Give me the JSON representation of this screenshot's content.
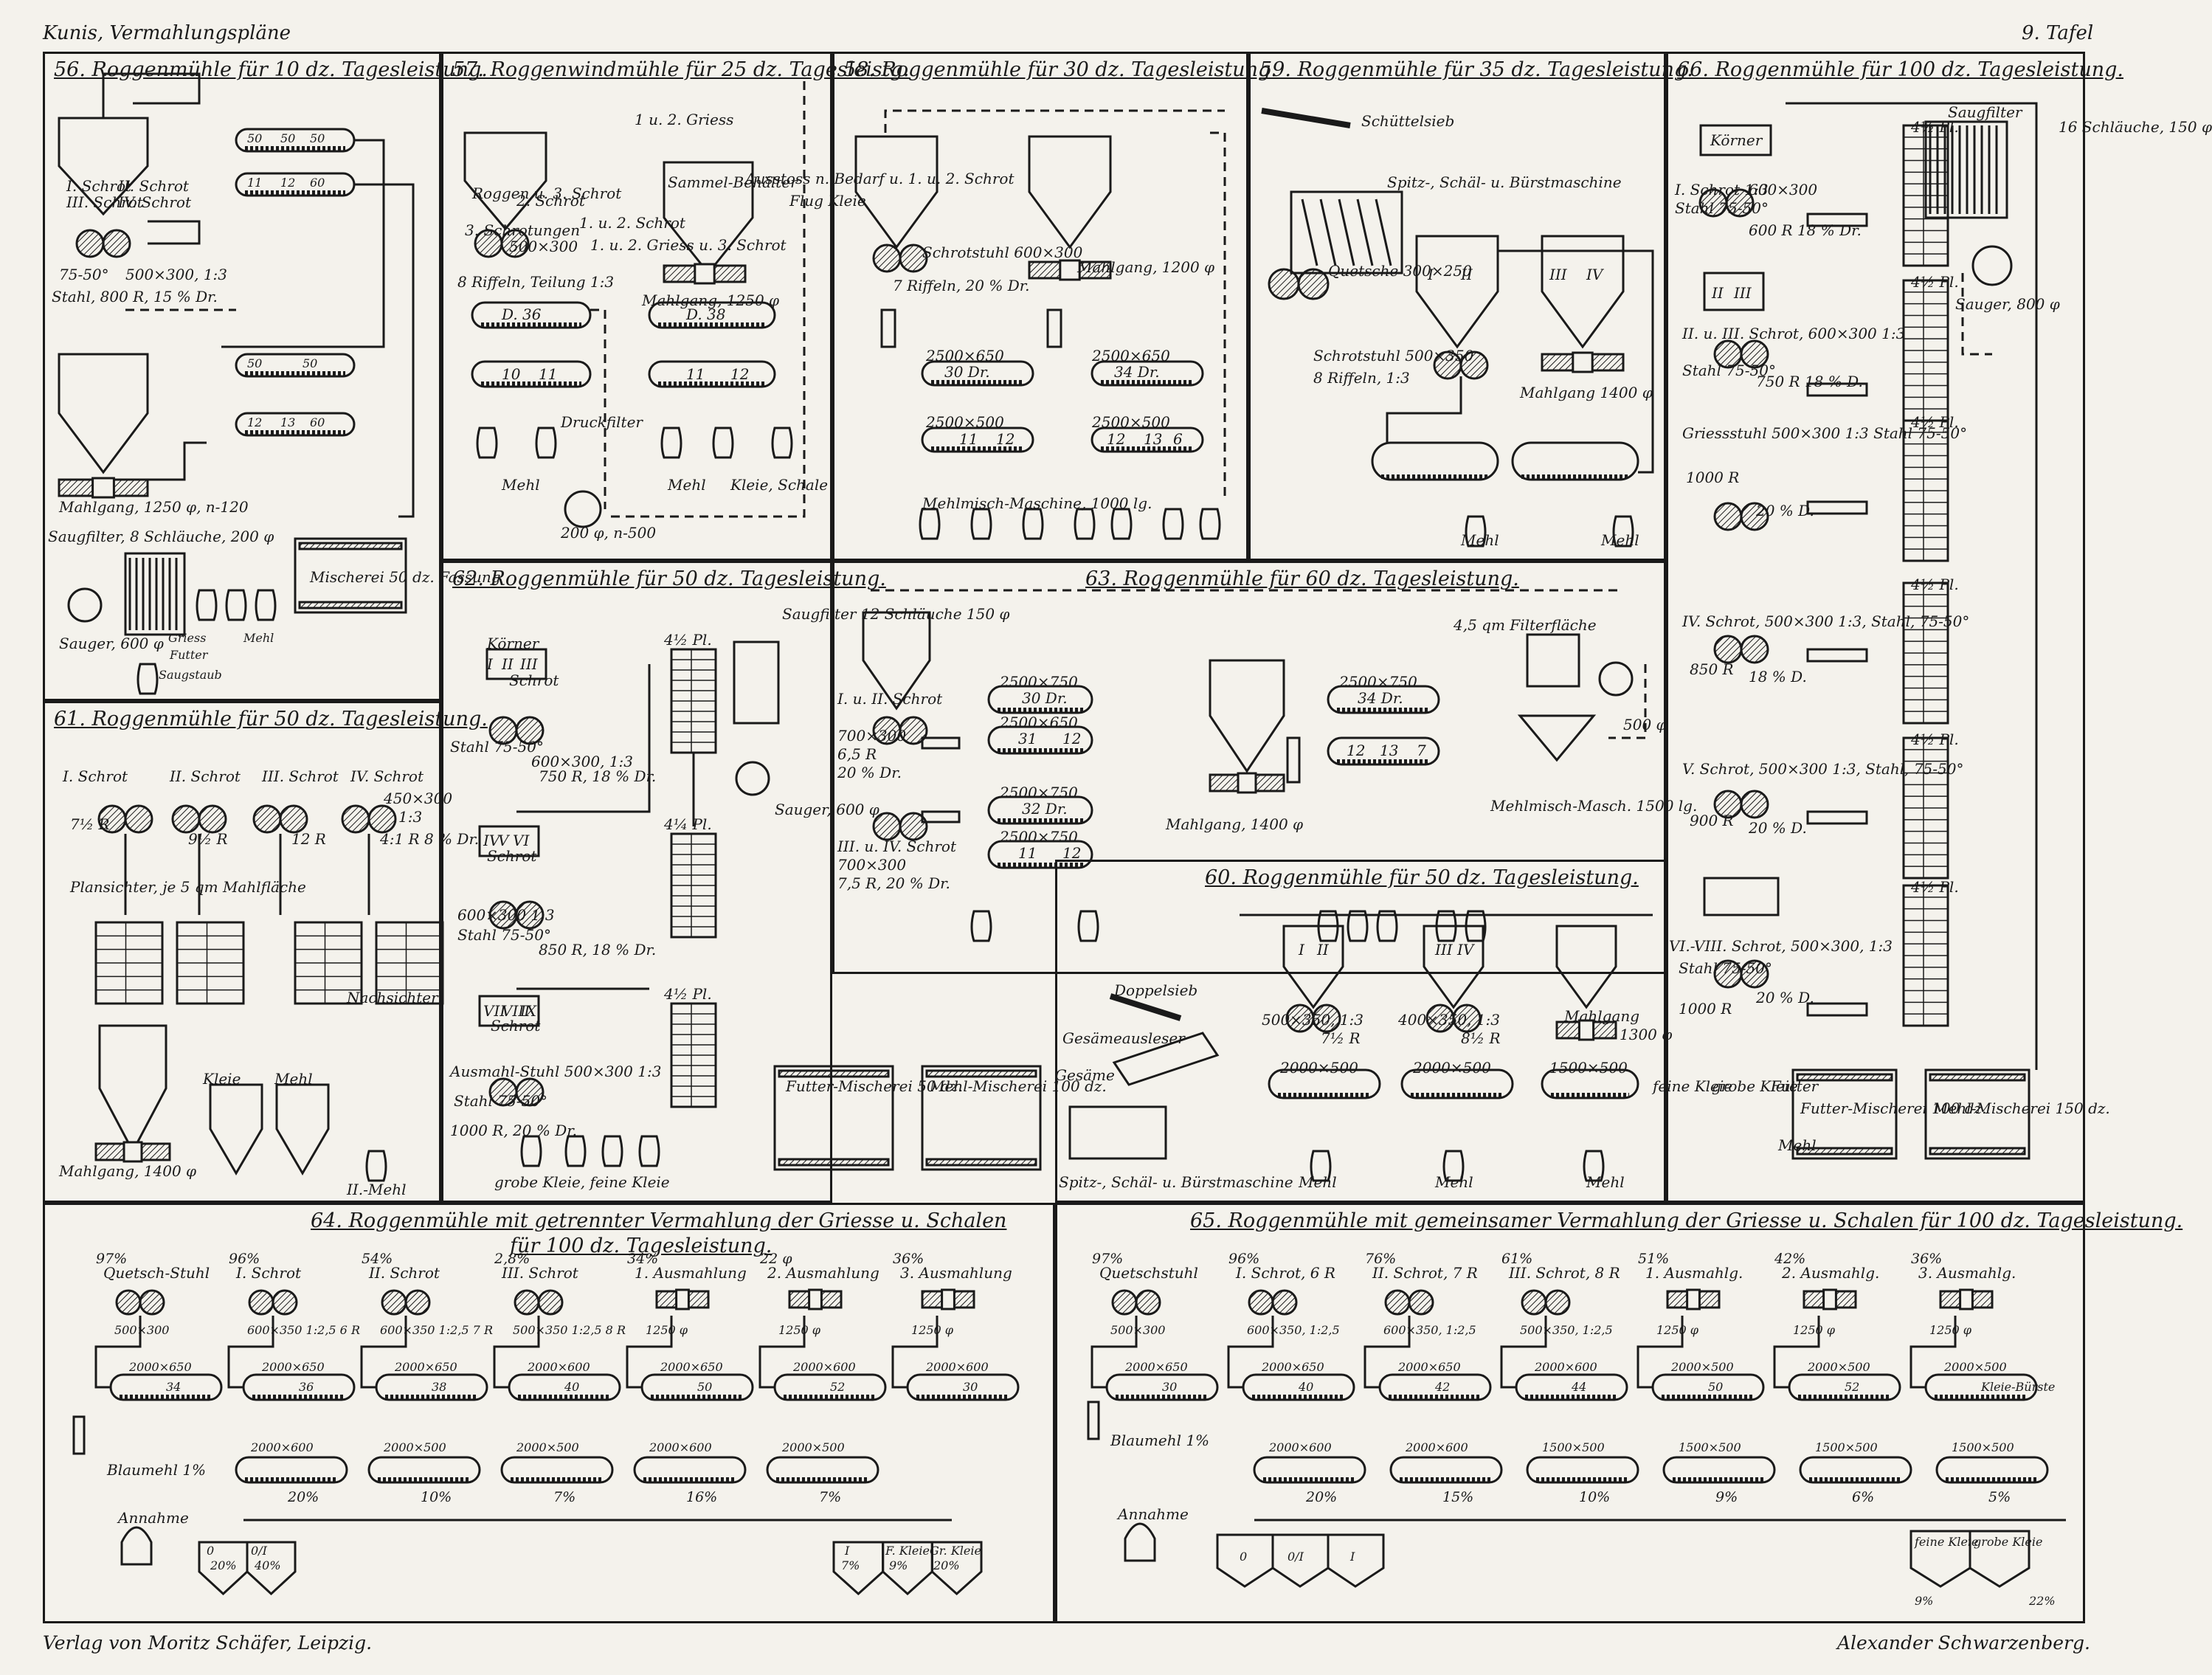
{
  "header": {
    "left": "Kunis, Vermahlungspläne",
    "right": "9. Tafel"
  },
  "footer": {
    "left": "Verlag von Moritz Schäfer, Leipzig.",
    "right": "Alexander Schwarzenberg."
  },
  "panels": {
    "p56": {
      "title": "56. Roggenmühle für 10 dz. Tagesleistung.",
      "labels": [
        "I. Schrot",
        "II. Schrot",
        "III. Schrot",
        "IV. Schrot",
        "75-50°",
        "500×300, 1:3",
        "Stahl, 800 R, 15 % Dr.",
        "Mahlgang, 1250 φ, n-120",
        "Saugfilter, 8 Schläuche, 200 φ",
        "Mischerei 50 dz. Fassung",
        "Sauger, 600 φ",
        "Griess",
        "Mehl",
        "Futter",
        "Saugstaub"
      ],
      "sifter": [
        "50",
        "50",
        "50",
        "11",
        "12",
        "60",
        "50",
        "50",
        "12",
        "13",
        "60"
      ]
    },
    "p57": {
      "title": "57. Roggenwindmühle für 25 dz. Tagesleistg.",
      "labels": [
        "1 u. 2. Griess",
        "Roggen u. 3. Schrot",
        "2. Schrot",
        "3. Schrotungen",
        "500×300",
        "8 Riffeln, Teilung 1:3",
        "Sammel-Behälter",
        "Mahlgang, 1250 φ",
        "D. 36",
        "D. 38",
        "10",
        "11",
        "11",
        "12",
        "Mehl",
        "Mehl",
        "Kleie, Schale",
        "Druckfilter",
        "200 φ, n-500",
        "1. u. 2. Schrot",
        "1. u. 2. Griess u. 3. Schrot",
        "Ausstoss n. Bedarf u. 1. u. 2. Schrot",
        "Flug Kleie"
      ]
    },
    "p58": {
      "title": "58. Roggenmühle für 30 dz. Tagesleistung.",
      "labels": [
        "Schrotstuhl 600×300",
        "7 Riffeln, 20 % Dr.",
        "Mahlgang, 1200 φ",
        "2500×650",
        "30 Dr.",
        "2500×650",
        "34 Dr.",
        "2500×500",
        "11",
        "12",
        "2500×500",
        "12",
        "13",
        "6",
        "Mehlmisch-Maschine, 1000 lg."
      ]
    },
    "p59": {
      "title": "59. Roggenmühle für 35 dz. Tagesleistung.",
      "labels": [
        "Schüttelsieb",
        "Spitz-, Schäl- u. Bürstmaschine",
        "Quetsche 300×250",
        "Schrotstuhl 500×350",
        "8 Riffeln, 1:3",
        "Mahlgang 1400 φ",
        "Mehl",
        "Mehl",
        "I",
        "II",
        "III",
        "IV"
      ]
    },
    "p66": {
      "title": "66. Roggenmühle für 100 dz. Tagesleistung.",
      "labels": [
        "Körner",
        "I. Schrot 1:3",
        "Stahl 75-50°",
        "600×300",
        "600 R 18 % Dr.",
        "II",
        "III",
        "II. u. III. Schrot, 600×300 1:3",
        "Stahl 75-50°",
        "750 R 18 % D.",
        "Griessstuhl 500×300 1:3 Stahl 75-50°",
        "1000 R",
        "20 % D.",
        "IV. Schrot, 500×300 1:3, Stahl, 75-50°",
        "850 R",
        "18 % D.",
        "V. Schrot, 500×300 1:3, Stahl, 75-50°",
        "900 R",
        "20 % D.",
        "VI.-VIII. Schrot, 500×300, 1:3",
        "Stahl 75-50°",
        "1000 R",
        "20 % D.",
        "Saugfilter",
        "16 Schläuche, 150 φ",
        "Sauger, 800 φ",
        "feine Kleie",
        "grobe Kleie",
        "Futter",
        "Mehl",
        "Futter-Mischerei 100 dz.",
        "Mehl-Mischerei 150 dz.",
        "4½ Pl.",
        "4½ Pl.",
        "4½ Pl.",
        "4½ Pl.",
        "4½ Pl.",
        "4½ Pl."
      ]
    },
    "p61": {
      "title": "61. Roggenmühle für 50 dz. Tagesleistung.",
      "labels": [
        "I. Schrot",
        "II. Schrot",
        "III. Schrot",
        "IV. Schrot",
        "450×300",
        "1:3",
        "7½ R",
        "9½ R",
        "12 R",
        "4:1 R 8 % Dr.",
        "Plansichter, je 5 qm Mahlfläche",
        "Nachsichter",
        "Mahlgang, 1400 φ",
        "Kleie",
        "Mehl",
        "II.-Mehl"
      ]
    },
    "p62": {
      "title": "62. Roggenmühle für 50 dz. Tagesleistung.",
      "labels": [
        "Körner",
        "I",
        "II",
        "III",
        "Schrot",
        "Stahl 75-50°",
        "600×300, 1:3",
        "750 R, 18 % Dr.",
        "IV",
        "V",
        "VI",
        "Schrot",
        "600×300 1:3",
        "Stahl 75-50°",
        "850 R, 18 % Dr.",
        "VII",
        "VIII",
        "IX",
        "Schrot",
        "Ausmahl-Stuhl 500×300 1:3",
        "Stahl 75-50°",
        "1000 R, 20 % Dr.",
        "grobe Kleie, feine Kleie",
        "Saugfilter 12 Schläuche 150 φ",
        "Sauger, 600 φ",
        "Futter-Mischerei 50 dz.",
        "Mehl-Mischerei 100 dz.",
        "4½ Pl.",
        "4¼ Pl.",
        "4½ Pl."
      ]
    },
    "p63": {
      "title": "63. Roggenmühle für 60 dz. Tagesleistung.",
      "labels": [
        "I. u. II. Schrot",
        "700×300",
        "6,5 R",
        "20 % Dr.",
        "III. u. IV. Schrot",
        "700×300",
        "7,5 R, 20 % Dr.",
        "2500×750",
        "30 Dr.",
        "2500×650",
        "31",
        "12",
        "2500×750",
        "32 Dr.",
        "2500×750",
        "11",
        "12",
        "Mahlgang, 1400 φ",
        "2500×750",
        "34 Dr.",
        "12",
        "13",
        "7",
        "4,5 qm Filterfläche",
        "500 φ",
        "Mehlmisch-Masch. 1500 lg."
      ]
    },
    "p60": {
      "title": "60. Roggenmühle für 50 dz. Tagesleistung.",
      "labels": [
        "Doppelsieb",
        "Gesämeausleser",
        "Gesäme",
        "Spitz-, Schäl- u. Bürstmaschine",
        "500×350, 1:3",
        "7½ R",
        "400×350, 1:3",
        "8½ R",
        "Mahlgang",
        "1300 φ",
        "2000×500",
        "2000×500",
        "1500×500",
        "Mehl",
        "Mehl",
        "Mehl",
        "I",
        "II",
        "III",
        "IV"
      ]
    },
    "p64": {
      "title": "64. Roggenmühle mit getrennter Vermahlung der Griesse u. Schalen",
      "subtitle": "für 100 dz. Tagesleistung.",
      "columns": [
        {
          "pct": "97%",
          "name": "Quetsch-Stuhl",
          "spec": "500×300",
          "sift1": "2000×650",
          "n1": "34"
        },
        {
          "pct": "96%",
          "name": "I. Schrot",
          "spec": "600×350 1:2,5 6 R",
          "sift1": "2000×650",
          "n1": "36"
        },
        {
          "pct": "54%",
          "name": "II. Schrot",
          "spec": "600×350 1:2,5 7 R",
          "sift1": "2000×650",
          "n1": "38"
        },
        {
          "pct": "2,8%",
          "name": "III. Schrot",
          "spec": "500×350 1:2,5 8 R",
          "sift1": "2000×600",
          "n1": "40"
        },
        {
          "pct": "34%",
          "name": "1. Ausmahlung",
          "spec": "1250 φ",
          "sift1": "2000×650",
          "n1": "50"
        },
        {
          "pct": "22 φ",
          "name": "2. Ausmahlung",
          "spec": "1250 φ",
          "sift1": "2000×600",
          "n1": "52"
        },
        {
          "pct": "36%",
          "name": "3. Ausmahlung",
          "spec": "1250 φ",
          "sift1": "2000×600",
          "n1": "30"
        }
      ],
      "lower": [
        "2000×600",
        "2000×500",
        "2000×500",
        "2000×600",
        "2000×500"
      ],
      "lowerpct": [
        "20%",
        "10%",
        "7%",
        "16%",
        "7%"
      ],
      "labels": [
        "Blaumehl 1%",
        "Annahme"
      ],
      "bins": [
        "0",
        "20%",
        "0/I",
        "40%",
        "I",
        "7%",
        "F. Kleie",
        "9%",
        "Gr. Kleie",
        "20%"
      ]
    },
    "p65": {
      "title": "65. Roggenmühle mit gemeinsamer Vermahlung der Griesse u. Schalen für 100 dz. Tagesleistung.",
      "columns": [
        {
          "pct": "97%",
          "name": "Quetschstuhl",
          "spec": "500×300",
          "sift1": "2000×650",
          "n1": "30"
        },
        {
          "pct": "96%",
          "name": "I. Schrot, 6 R",
          "spec": "600×350, 1:2,5",
          "sift1": "2000×650",
          "n1": "40"
        },
        {
          "pct": "76%",
          "name": "II. Schrot, 7 R",
          "spec": "600×350, 1:2,5",
          "sift1": "2000×650",
          "n1": "42"
        },
        {
          "pct": "61%",
          "name": "III. Schrot, 8 R",
          "spec": "500×350, 1:2,5",
          "sift1": "2000×600",
          "n1": "44"
        },
        {
          "pct": "51%",
          "name": "1. Ausmahlg.",
          "spec": "1250 φ",
          "sift1": "2000×500",
          "n1": "50"
        },
        {
          "pct": "42%",
          "name": "2. Ausmahlg.",
          "spec": "1250 φ",
          "sift1": "2000×500",
          "n1": "52"
        },
        {
          "pct": "36%",
          "name": "3. Ausmahlg.",
          "spec": "1250 φ",
          "sift1": "2000×500",
          "n1": "Kleie-Bürste"
        }
      ],
      "lower": [
        "2000×600",
        "2000×600",
        "1500×500",
        "1500×500",
        "1500×500",
        "1500×500"
      ],
      "lowerpct": [
        "20%",
        "15%",
        "10%",
        "9%",
        "6%",
        "5%"
      ],
      "labels": [
        "Blaumehl 1%",
        "Annahme"
      ],
      "bins": [
        "0",
        "0/I",
        "I",
        "feine Kleie",
        "grobe Kleie",
        "9%",
        "22%"
      ]
    }
  }
}
